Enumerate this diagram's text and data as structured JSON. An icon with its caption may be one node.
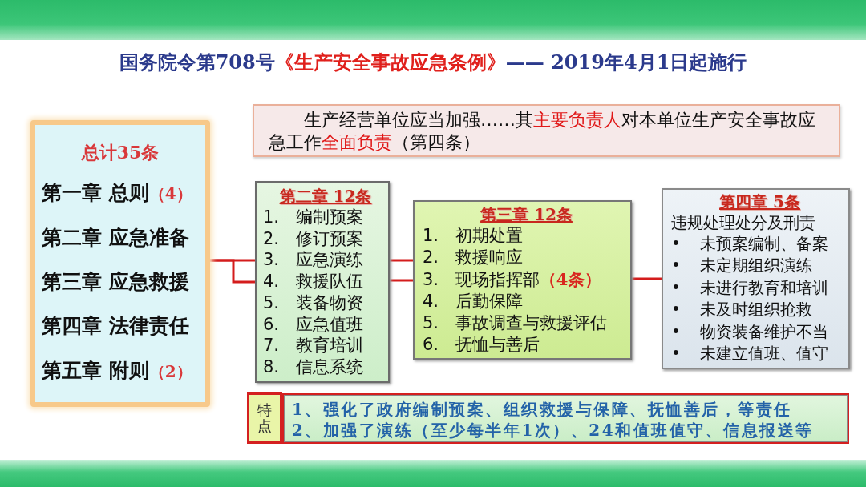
{
  "diagram": {
    "title": "国务院令第708号**《生产安全事故应急条例》**—— 2019年4月1日起施行",
    "nodes": [
      {
        "text": [
          "总计35条",
          "第一章 总则**（4）**",
          "第二章 应急准备",
          "第三章 应急救援",
          "第四章 法律责任",
          "第五章 附则**（2）**"
        ]
      },
      {
        "text": [
          "生产经营单位应当加强……其**主要负责人**对本单位生产安全事故应急工作**全面负责**（第四条）"
        ]
      },
      {
        "text": [
          "第二章 12条",
          "1. 编制预案",
          "2. 修订预案",
          "3. 应急演练",
          "4. 救援队伍",
          "5. 装备物资",
          "6. 应急值班",
          "7. 教育培训",
          "8. 信息系统"
        ]
      },
      {
        "text": [
          "第三章 12条",
          "1. 初期处置",
          "2. 救援响应",
          "3. 现场指挥部**（4条）**",
          "4. 后勤保障",
          "5. 事故调查与救援评估",
          "6. 抚恤与善后"
        ]
      },
      {
        "text": [
          "第四章 5条",
          "违规处理处分及刑责",
          "• 未预案编制、备案",
          "• 未定期组织演练",
          "• 未进行教育和培训",
          "• 未及时组织抢救",
          "• 物资装备维护不当",
          "• 未建立值班、值守"
        ]
      },
      {
        "text": [
          "特点"
        ]
      },
      {
        "text": [
          "1、强化了政府编制预案、组织救援与保障、抚恤善后，等责任",
          "2、加强了演练（至少每半年1次）、24和值班值守、信息报送等"
        ]
      }
    ],
    "edges": [
      {
        "from": 0,
        "to": 2,
        "arrow": "none"
      },
      {
        "from": 0,
        "to": 2,
        "arrow": "none"
      },
      {
        "from": 2,
        "to": 3,
        "arrow": "none"
      },
      {
        "from": 2,
        "to": 3,
        "arrow": "none"
      },
      {
        "from": 3,
        "to": 4,
        "arrow": "none"
      }
    ]
  }
}
